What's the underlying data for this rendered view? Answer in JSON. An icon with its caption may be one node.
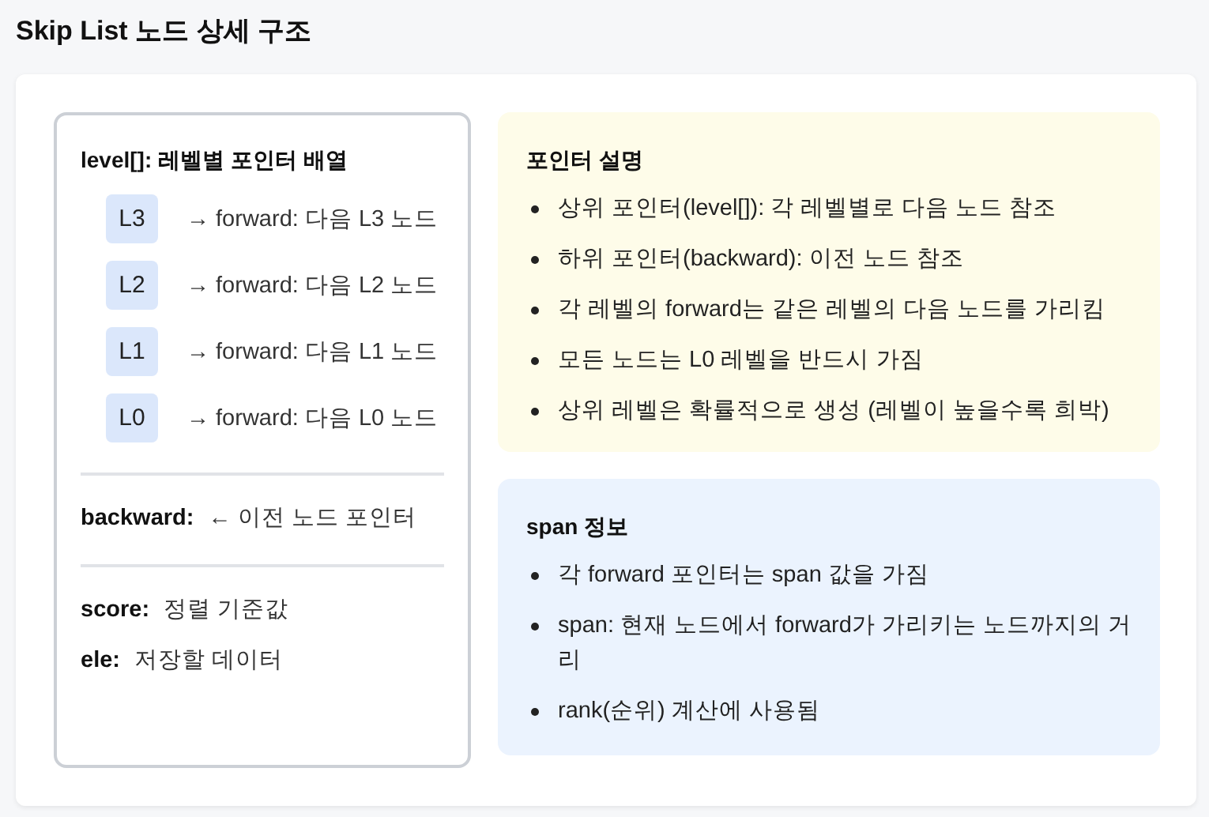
{
  "diagram": {
    "title": "Skip List 노드 상세 구조",
    "nodes": [
      {
        "text": [
          "level[]: 레벨별 포인터 배열",
          "**backward:** ← 이전 노드 포인터",
          "**score:** 정렬 기준값",
          "**ele:** 저장할 데이터"
        ]
      },
      {
        "text": [
          "L3"
        ],
        "in": 0,
        "beside": [
          "→ forward: 다음 L3 노드"
        ]
      },
      {
        "text": [
          "L2"
        ],
        "in": 0,
        "beside": [
          "→ forward: 다음 L2 노드"
        ]
      },
      {
        "text": [
          "L1"
        ],
        "in": 0,
        "beside": [
          "→ forward: 다음 L1 노드"
        ]
      },
      {
        "text": [
          "L0"
        ],
        "in": 0,
        "beside": [
          "→ forward: 다음 L0 노드"
        ]
      },
      {
        "text": [
          "포인터 설명",
          "상위 포인터(level[]): 각 레벨별로 다음 노드 참조",
          "하위 포인터(backward): 이전 노드 참조",
          "각 레벨의 forward는 같은 레벨의 다음 노드를 가리킴",
          "모든 노드는 L0 레벨을 반드시 가짐",
          "상위 레벨은 확률적으로 생성 (레벨이 높을수록 희박)"
        ]
      },
      {
        "text": [
          "span 정보",
          "각 forward 포인터는 span 값을 가짐",
          "span: 현재 노드에서 forward가 가리키는 노드까지의 거리",
          "rank(순위) 계산에 사용됨"
        ]
      }
    ]
  }
}
